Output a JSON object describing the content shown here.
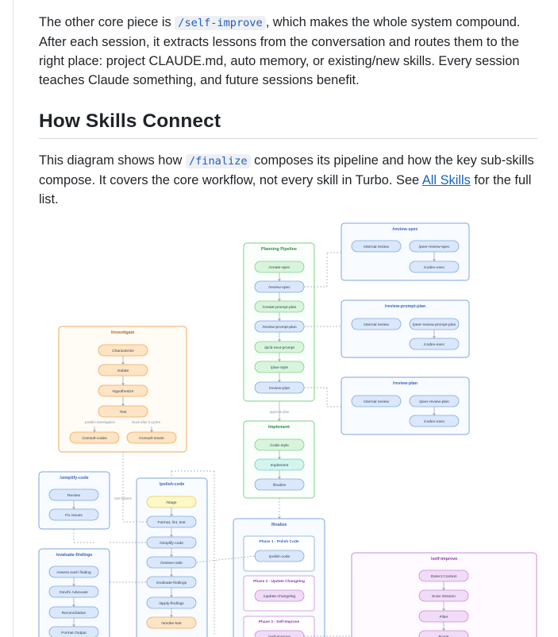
{
  "article": {
    "p1": {
      "before": "The other core piece is ",
      "code": "/self-improve",
      "after": ", which makes the whole system compound. After each session, it extracts lessons from the conversation and routes them to the right place: project CLAUDE.md, auto memory, or existing/new skills. Every session teaches Claude something, and future sessions benefit."
    },
    "heading": "How Skills Connect",
    "p2": {
      "before": "This diagram shows how ",
      "code": "/finalize",
      "middle": " composes its pipeline and how the key sub-skills compose. It covers the core workflow, not every skill in Turbo. See ",
      "link": "All Skills",
      "after": " for the full list."
    }
  },
  "diagram": {
    "colors": {
      "blue_fill": "#dbe8fb",
      "blue_stroke": "#7ea6e0",
      "green_fill": "#d8f5dc",
      "green_stroke": "#7ccf8a",
      "orange_fill": "#fde4c4",
      "orange_stroke": "#f0a95a",
      "yellow_fill": "#fdf8c4",
      "yellow_stroke": "#e0cf5a",
      "purple_fill": "#f1dcf7",
      "purple_stroke": "#c98ad9",
      "teal_fill": "#d3f5ee",
      "teal_stroke": "#6fcfb9"
    },
    "groups": [
      {
        "id": "review-spec",
        "title": "/review-spec",
        "nodes": [
          {
            "label": "Internal review",
            "c": "blue"
          },
          {
            "label": "/peer-review-spec",
            "c": "blue"
          },
          {
            "label": "/codex-exec",
            "c": "blue"
          }
        ]
      },
      {
        "id": "planning",
        "title": "Planning Pipeline",
        "nodes": [
          {
            "label": "/create-spec",
            "c": "green"
          },
          {
            "label": "/review-spec",
            "c": "blue"
          },
          {
            "label": "/create-prompt-plan",
            "c": "green"
          },
          {
            "label": "/review-prompt-plan",
            "c": "blue"
          },
          {
            "label": "/pick-next-prompt",
            "c": "green"
          },
          {
            "label": "/plan-style",
            "c": "green"
          },
          {
            "label": "/review-plan",
            "c": "blue"
          }
        ]
      },
      {
        "id": "review-prompt-plan",
        "title": "/review-prompt-plan",
        "nodes": [
          {
            "label": "Internal review",
            "c": "blue"
          },
          {
            "label": "/peer-review-prompt-plan",
            "c": "blue"
          },
          {
            "label": "/codex-exec",
            "c": "blue"
          }
        ]
      },
      {
        "id": "review-plan",
        "title": "/review-plan",
        "nodes": [
          {
            "label": "Internal review",
            "c": "blue"
          },
          {
            "label": "/peer-review-plan",
            "c": "blue"
          },
          {
            "label": "/codex-exec",
            "c": "blue"
          }
        ]
      },
      {
        "id": "investigate",
        "title": "/investigate",
        "nodes": [
          {
            "label": "Characterize",
            "c": "orange"
          },
          {
            "label": "Isolate",
            "c": "orange"
          },
          {
            "label": "Hypothesize",
            "c": "orange"
          },
          {
            "label": "Test",
            "c": "orange"
          },
          {
            "label": "/consult-codex",
            "c": "orange"
          },
          {
            "label": "/consult-oracle",
            "c": "orange"
          }
        ]
      },
      {
        "id": "implement",
        "title": "Implement",
        "nodes": [
          {
            "label": "/code-style",
            "c": "green"
          },
          {
            "label": "Implement",
            "c": "teal"
          },
          {
            "label": "/finalize",
            "c": "blue"
          }
        ]
      },
      {
        "id": "simplify-code",
        "title": "/simplify-code",
        "nodes": [
          {
            "label": "Review",
            "c": "blue"
          },
          {
            "label": "Fix issues",
            "c": "blue"
          }
        ]
      },
      {
        "id": "polish-code",
        "title": "/polish-code",
        "nodes": [
          {
            "label": "/stage",
            "c": "yellow"
          },
          {
            "label": "Format, lint, test",
            "c": "blue"
          },
          {
            "label": "/simplify-code",
            "c": "blue"
          },
          {
            "label": "/review-code",
            "c": "blue"
          },
          {
            "label": "/evaluate-findings",
            "c": "blue"
          },
          {
            "label": "/apply-findings",
            "c": "blue"
          },
          {
            "label": "/smoke-test",
            "c": "orange"
          }
        ]
      },
      {
        "id": "finalize",
        "title": "/finalize",
        "nodes": []
      },
      {
        "id": "phase1",
        "title": "Phase 1 - Polish Code",
        "nodes": [
          {
            "label": "/polish-code",
            "c": "blue"
          }
        ]
      },
      {
        "id": "phase2",
        "title": "Phase 2 - Update Changelog",
        "nodes": [
          {
            "label": "/update-changelog",
            "c": "purple"
          }
        ]
      },
      {
        "id": "phase3",
        "title": "Phase 3 - Self-Improve",
        "nodes": [
          {
            "label": "/self-improve",
            "c": "purple"
          }
        ]
      },
      {
        "id": "evaluate-findings",
        "title": "/evaluate-findings",
        "nodes": [
          {
            "label": "Assess each finding",
            "c": "blue"
          },
          {
            "label": "Devil's Advocate",
            "c": "blue"
          },
          {
            "label": "Reconciliation",
            "c": "blue"
          },
          {
            "label": "Format Output",
            "c": "blue"
          }
        ]
      },
      {
        "id": "self-improve",
        "title": "/self-improve",
        "nodes": [
          {
            "label": "Detect Context",
            "c": "purple"
          },
          {
            "label": "Scan Session",
            "c": "purple"
          },
          {
            "label": "Filter",
            "c": "purple"
          },
          {
            "label": "Route",
            "c": "purple"
          }
        ]
      }
    ],
    "edge_labels": {
      "parallel": "parallel investigation",
      "stuck": "stuck after 2 cycles",
      "approve": "approve plan",
      "test_failures": "test failures"
    }
  }
}
